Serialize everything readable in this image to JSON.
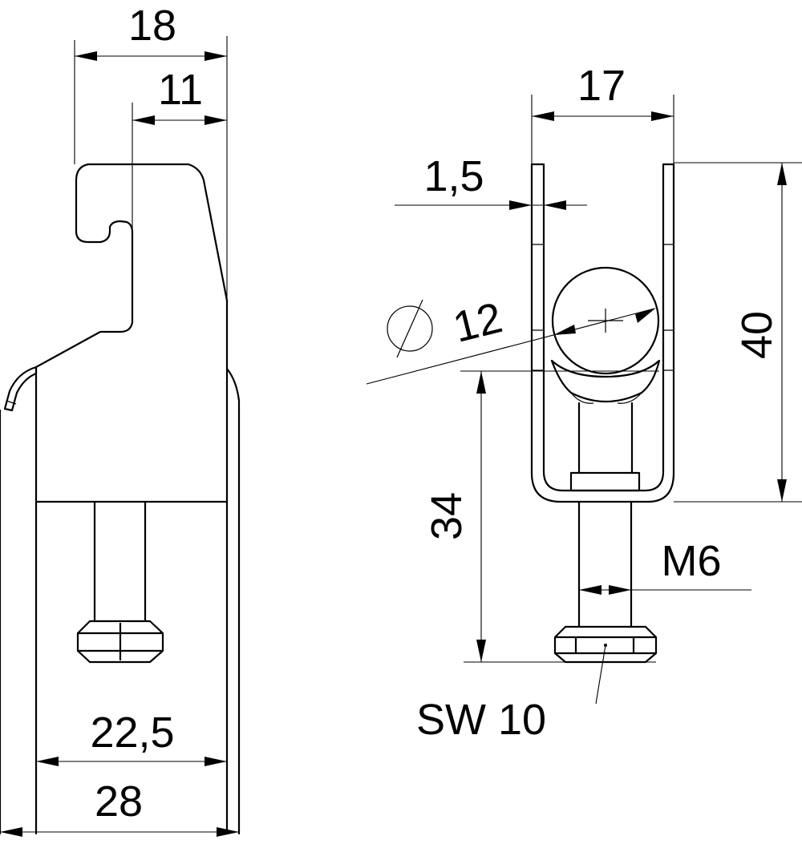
{
  "dimensions": {
    "left_width_top": "18",
    "left_hook": "11",
    "left_inner_width": "22,5",
    "left_outer_width": "28",
    "right_width": "17",
    "sheet_thickness": "1,5",
    "bore_diameter": "12",
    "diameter_symbol": "⌀",
    "right_height": "40",
    "bolt_height": "34",
    "thread": "M6",
    "wrench_size": "SW 10"
  }
}
